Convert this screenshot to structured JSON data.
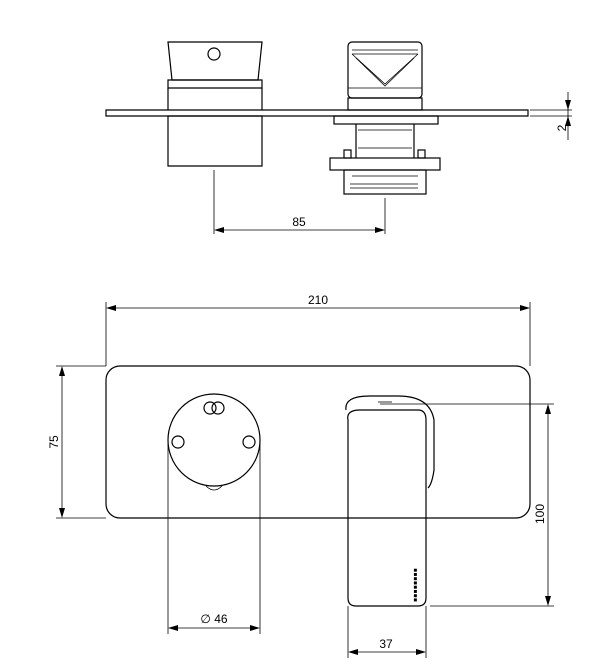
{
  "dimensions": {
    "plate_to_handle_offset": "85",
    "plate_thickness": "2",
    "plate_width": "210",
    "plate_height": "75",
    "spout_height": "100",
    "knob_diameter": "∅ 46",
    "spout_width": "37"
  },
  "spout_mark": "brand-mark",
  "views": [
    "side-view",
    "front-view"
  ]
}
